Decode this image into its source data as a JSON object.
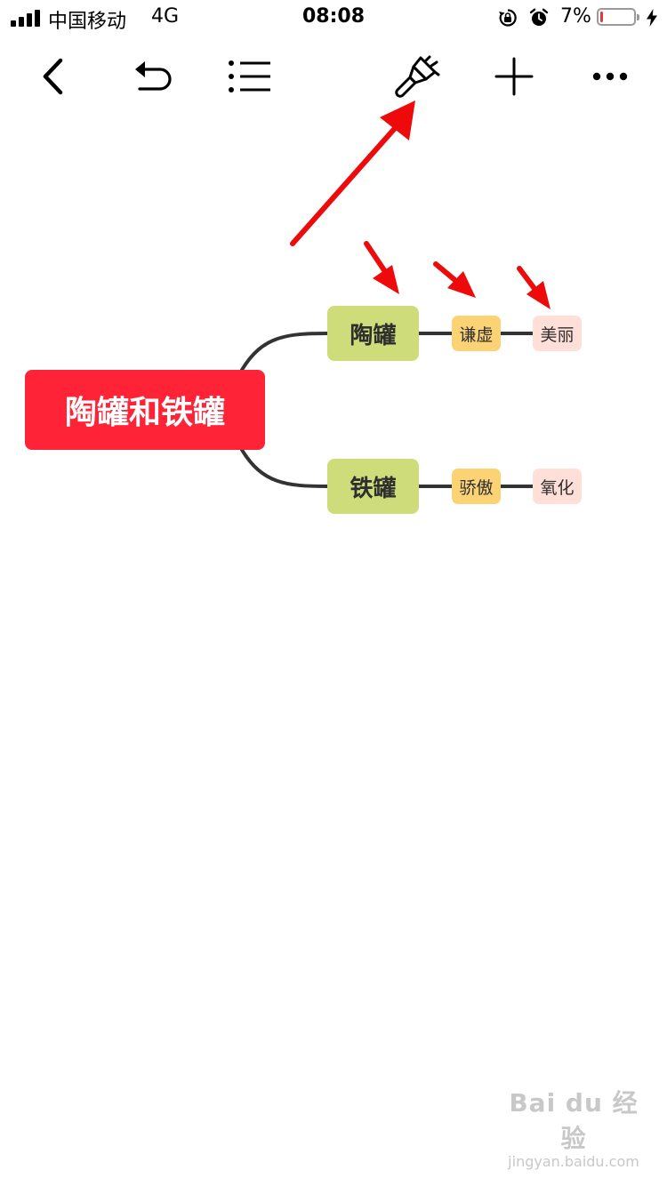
{
  "status_bar": {
    "carrier": "中国移动",
    "network": "4G",
    "time": "08:08",
    "battery_percent": "7%",
    "battery_level": 0.07,
    "icons": [
      "signal-icon",
      "rotation-lock-icon",
      "alarm-icon",
      "battery-icon",
      "charging-bolt-icon"
    ]
  },
  "toolbar": {
    "icons": [
      "back-chevron-icon",
      "undo-icon",
      "outline-list-icon",
      "paint-brush-icon",
      "plus-icon",
      "more-dots-icon"
    ]
  },
  "mindmap": {
    "root": "陶罐和铁罐",
    "branches": [
      {
        "label": "陶罐",
        "children": [
          "谦虚",
          "美丽"
        ]
      },
      {
        "label": "铁罐",
        "children": [
          "骄傲",
          "氧化"
        ]
      }
    ]
  },
  "colors": {
    "root_node": "#ff2337",
    "main_node": "#cedd79",
    "sub_node_1": "#fbd274",
    "sub_node_2": "#ffdfd8",
    "connector": "#333333",
    "annotation_arrow": "#ee0a0a"
  },
  "watermark": {
    "logo": "Bai du 经验",
    "url": "jingyan.baidu.com"
  }
}
